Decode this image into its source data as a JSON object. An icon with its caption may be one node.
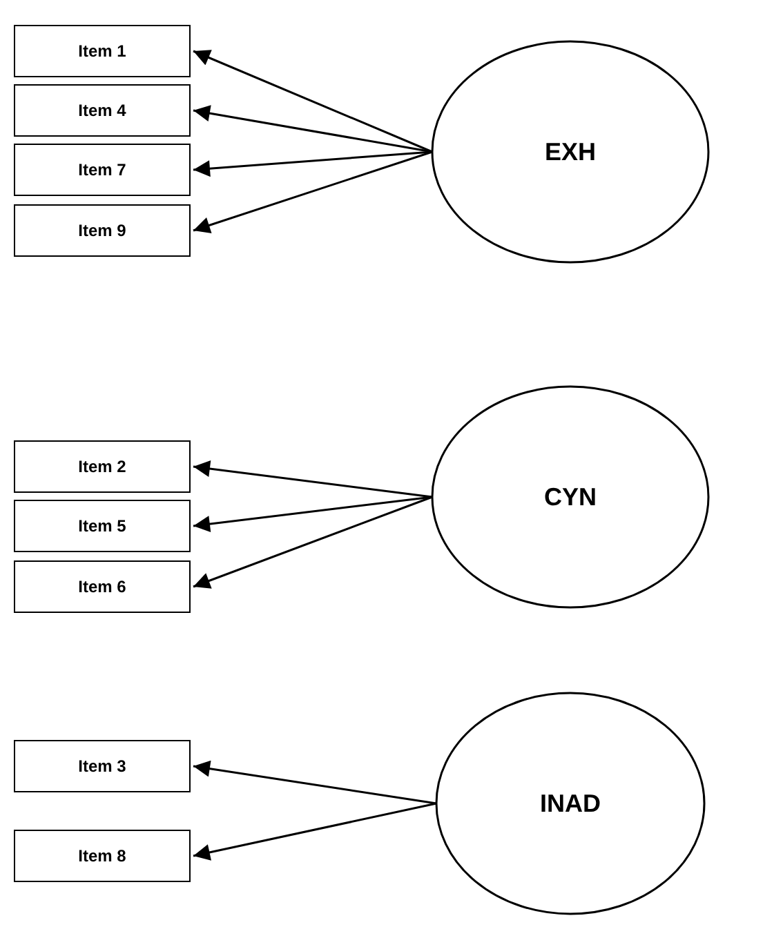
{
  "diagram": {
    "nodes": [
      {
        "text": [
          "Item 1"
        ]
      },
      {
        "text": [
          "Item 4"
        ]
      },
      {
        "text": [
          "Item 7"
        ]
      },
      {
        "text": [
          "Item 9"
        ]
      },
      {
        "text": [
          "EXH"
        ]
      },
      {
        "text": [
          "Item 2"
        ]
      },
      {
        "text": [
          "Item 5"
        ]
      },
      {
        "text": [
          "Item 6"
        ]
      },
      {
        "text": [
          "CYN"
        ]
      },
      {
        "text": [
          "Item 3"
        ]
      },
      {
        "text": [
          "Item 8"
        ]
      },
      {
        "text": [
          "INAD"
        ]
      }
    ],
    "edges": [
      {
        "from": 4,
        "to": 0,
        "arrow": "to"
      },
      {
        "from": 4,
        "to": 1,
        "arrow": "to"
      },
      {
        "from": 4,
        "to": 2,
        "arrow": "to"
      },
      {
        "from": 4,
        "to": 3,
        "arrow": "to"
      },
      {
        "from": 8,
        "to": 5,
        "arrow": "to"
      },
      {
        "from": 8,
        "to": 6,
        "arrow": "to"
      },
      {
        "from": 8,
        "to": 7,
        "arrow": "to"
      },
      {
        "from": 11,
        "to": 9,
        "arrow": "to"
      },
      {
        "from": 11,
        "to": 10,
        "arrow": "to"
      }
    ]
  }
}
